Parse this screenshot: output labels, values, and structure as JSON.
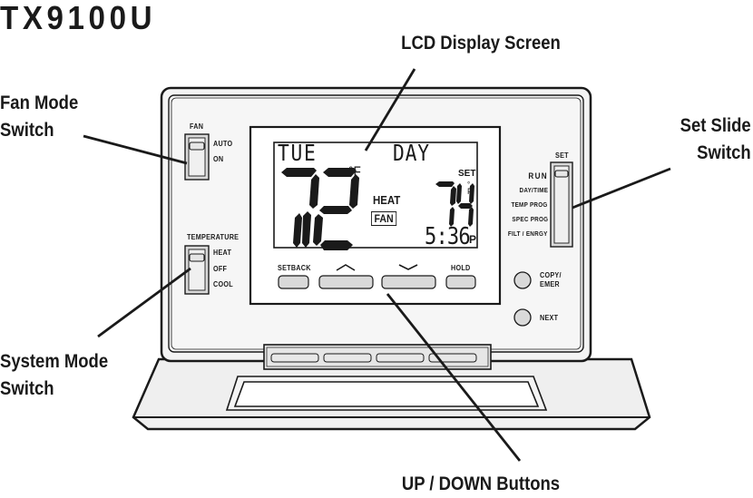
{
  "title": "TX9100U",
  "callouts": {
    "lcd": "LCD Display Screen",
    "fan_mode": [
      "Fan Mode",
      "Switch"
    ],
    "set_slide": [
      "Set Slide",
      "Switch"
    ],
    "system_mode": [
      "System Mode",
      "Switch"
    ],
    "up_down": "UP / DOWN Buttons"
  },
  "fan_switch": {
    "label": "FAN",
    "options": [
      "AUTO",
      "ON"
    ],
    "selected": "AUTO"
  },
  "temperature_switch": {
    "label": "TEMPERATURE",
    "options": [
      "HEAT",
      "OFF",
      "COOL"
    ],
    "selected": "HEAT"
  },
  "set_switch": {
    "label": "SET",
    "options": [
      "RUN",
      "DAY/TIME",
      "TEMP PROG",
      "SPEC PROG",
      "FILT / ENRGY"
    ],
    "selected": "RUN"
  },
  "lcd": {
    "day": "TUE",
    "period": "DAY",
    "current_temp": "72",
    "current_unit": "°F",
    "mode": "HEAT",
    "fan_indicator": "FAN",
    "set_label": "SET",
    "set_temp": "74",
    "set_unit_deg": "°",
    "set_unit_f": "F",
    "time": "5:36",
    "ampm": "P"
  },
  "buttons": {
    "setback": "SETBACK",
    "up_symbol": "︿",
    "down_symbol": "﹀",
    "hold": "HOLD",
    "copy_emer": [
      "COPY/",
      "EMER"
    ],
    "next": "NEXT"
  },
  "colors": {
    "outline": "#1a1a1a",
    "body_fill": "#f4f4f4",
    "button_fill": "#d9d9d9",
    "lcd_bg": "#ffffff"
  }
}
